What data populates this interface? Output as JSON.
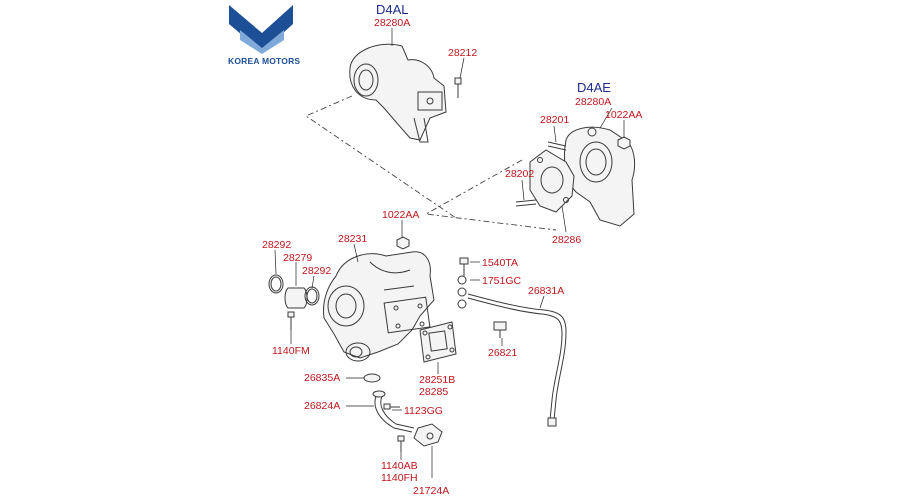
{
  "brand": {
    "name": "KOREA MOTORS",
    "colors": {
      "navy": "#1d4f96",
      "light": "#7fa9d8"
    }
  },
  "variants": {
    "d4al": {
      "engine": "D4AL",
      "housing_part": "28280A"
    },
    "d4ae": {
      "engine": "D4AE",
      "housing_part": "28280A"
    }
  },
  "parts": {
    "bolt_28212": "28212",
    "stud_28201": "28201",
    "nut_1022aa_top": "1022AA",
    "stud_28202": "28202",
    "gasket_28286": "28286",
    "nut_1022aa_turbo": "1022AA",
    "turbo_28231": "28231",
    "clamp_28292_a": "28292",
    "hose_28279": "28279",
    "clamp_28292_b": "28292",
    "bolt_1540ta": "1540TA",
    "gasket_1751gc": "1751GC",
    "pipe_26831a": "26831A",
    "bolt_1140fm": "1140FM",
    "clip_26821": "26821",
    "gasket_26835a": "26835A",
    "gasket_28251b": "28251B",
    "gasket_28285": "28285",
    "pipe_26824a": "26824A",
    "bolt_1123gg": "1123GG",
    "bolt_1140ab": "1140AB",
    "bolt_1140fh": "1140FH",
    "gasket_21724a": "21724A"
  },
  "colors": {
    "label": "#c0161c",
    "header": "#1f2a8c",
    "line": "#3a3a3a"
  }
}
